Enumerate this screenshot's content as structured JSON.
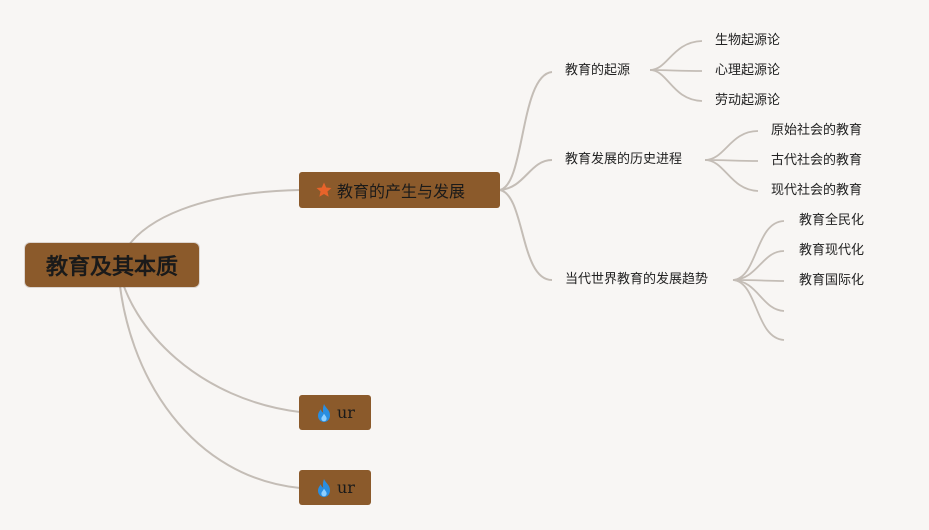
{
  "root": {
    "label": "教育及其本质"
  },
  "branches": [
    {
      "label": "教育的产生与发展",
      "icon": "star-icon",
      "children": [
        {
          "label": "教育的起源",
          "children": [
            "生物起源论",
            "心理起源论",
            "劳动起源论"
          ]
        },
        {
          "label": "教育发展的历史进程",
          "children": [
            "原始社会的教育",
            "古代社会的教育",
            "现代社会的教育"
          ]
        },
        {
          "label": "当代世界教育的发展趋势",
          "children": [
            "教育全民化",
            "教育现代化",
            "教育国际化",
            "",
            ""
          ]
        }
      ]
    },
    {
      "label": "ur",
      "icon": "flame-icon"
    },
    {
      "label": "ur",
      "icon": "flame-icon"
    }
  ],
  "colors": {
    "node_fill": "#8b5a2b",
    "link": "#c4bdb6",
    "star": "#e8632a",
    "flame": "#2a8ee0",
    "background": "#f8f6f4"
  }
}
